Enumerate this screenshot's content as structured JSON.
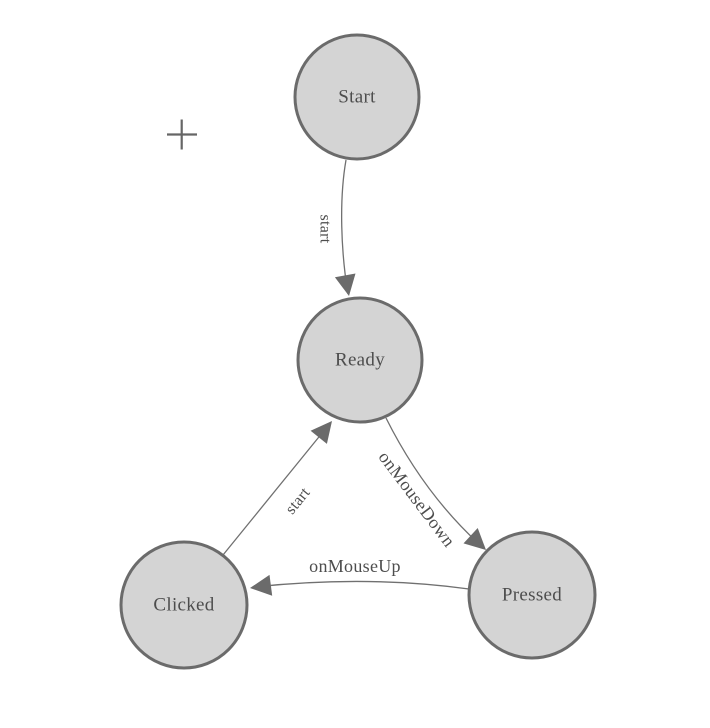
{
  "app": {
    "background": "#ffffff",
    "cursor_icon": "crosshair-icon"
  },
  "diagram": {
    "type": "state-machine-diagram",
    "colors": {
      "node_fill": "#d4d4d4",
      "node_border": "#6b6b6b",
      "edge_line": "#707070",
      "arrowhead": "#6b6b6b",
      "label_text": "#4d4d4d",
      "crosshair": "#666666"
    },
    "nodes": [
      {
        "id": "start",
        "label": "Start"
      },
      {
        "id": "ready",
        "label": "Ready"
      },
      {
        "id": "clicked",
        "label": "Clicked"
      },
      {
        "id": "pressed",
        "label": "Pressed"
      }
    ],
    "edges": [
      {
        "from": "Start",
        "to": "Ready",
        "label": "start"
      },
      {
        "from": "Clicked",
        "to": "Ready",
        "label": "start"
      },
      {
        "from": "Ready",
        "to": "Pressed",
        "label": "onMouseDown"
      },
      {
        "from": "Pressed",
        "to": "Clicked",
        "label": "onMouseUp"
      }
    ]
  }
}
